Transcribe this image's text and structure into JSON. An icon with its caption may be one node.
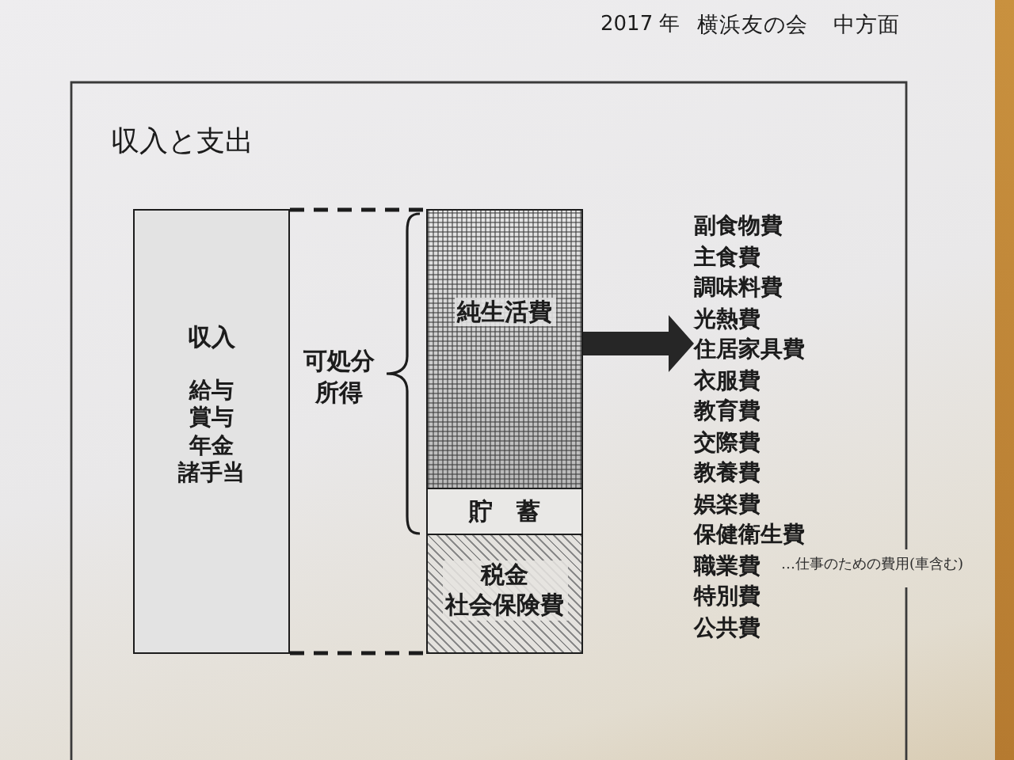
{
  "diagram": {
    "title": "収入と支出",
    "nodes": [
      {
        "text": [
          "収入",
          "給与賞与年金諸手当"
        ]
      },
      {
        "text": [
          "純生活費"
        ]
      },
      {
        "text": [
          "貯　蓄"
        ]
      },
      {
        "text": [
          "税金社会保険費"
        ]
      },
      {
        "text": [
          "副食物費",
          "主食費",
          "調味料費",
          "光熱費",
          "住居家具費",
          "衣服費",
          "教育費",
          "交際費",
          "教養費",
          "娯楽費",
          "保健衛生費",
          "職業費",
          "特別費",
          "公共費"
        ]
      }
    ],
    "edges": [
      {
        "from": 1,
        "to": 4,
        "arrow": "to"
      }
    ],
    "labels": [
      "2017 年",
      "横浜友の会",
      "中方面",
      "可処分所得",
      "…仕事のための費用(車含む)"
    ]
  }
}
